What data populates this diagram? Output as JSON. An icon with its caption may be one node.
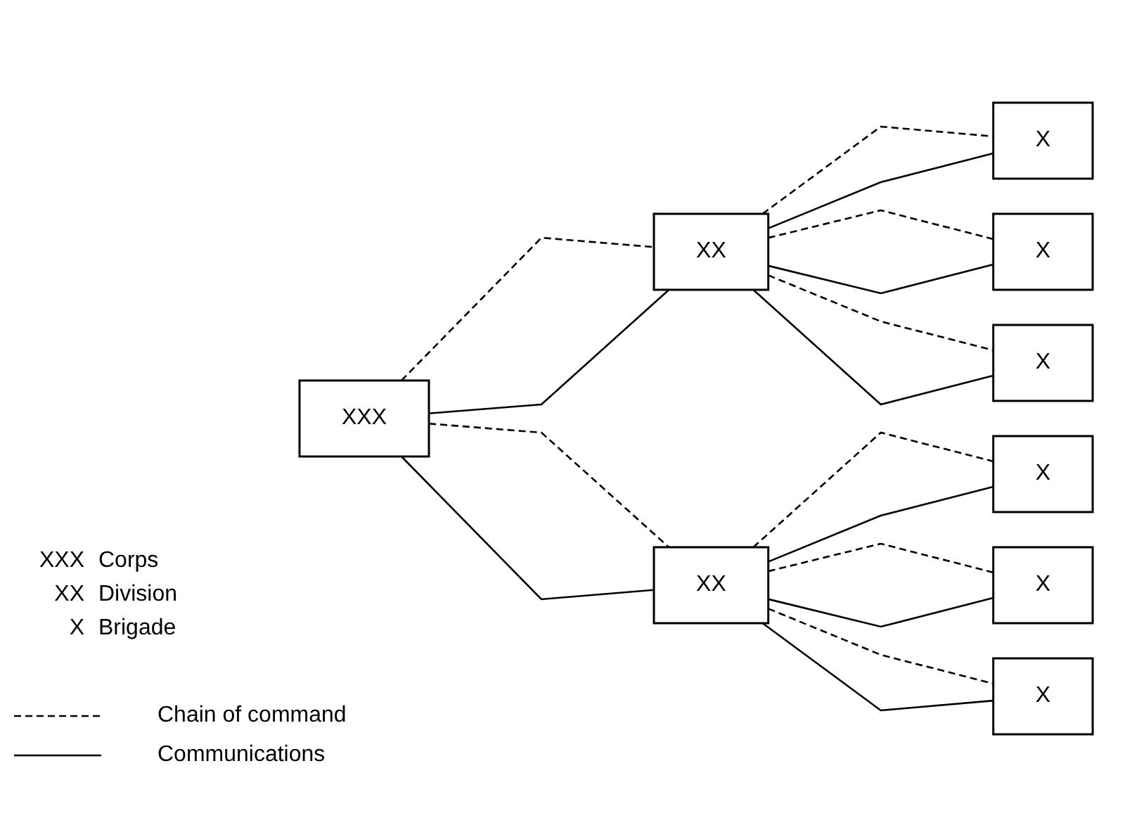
{
  "diagram": {
    "nodes": [
      {
        "text": [
          "XXX"
        ]
      },
      {
        "text": [
          "XX"
        ]
      },
      {
        "text": [
          "XX"
        ]
      },
      {
        "text": [
          "X"
        ]
      },
      {
        "text": [
          "X"
        ]
      },
      {
        "text": [
          "X"
        ]
      },
      {
        "text": [
          "X"
        ]
      },
      {
        "text": [
          "X"
        ]
      },
      {
        "text": [
          "X"
        ]
      }
    ],
    "edges": [
      {
        "from": 0,
        "to": 1,
        "arrow": "none",
        "style": "dashed"
      },
      {
        "from": 0,
        "to": 1,
        "arrow": "none"
      },
      {
        "from": 0,
        "to": 2,
        "arrow": "none",
        "style": "dashed"
      },
      {
        "from": 0,
        "to": 2,
        "arrow": "none"
      },
      {
        "from": 1,
        "to": 3,
        "arrow": "none",
        "style": "dashed"
      },
      {
        "from": 1,
        "to": 3,
        "arrow": "none"
      },
      {
        "from": 1,
        "to": 4,
        "arrow": "none",
        "style": "dashed"
      },
      {
        "from": 1,
        "to": 4,
        "arrow": "none"
      },
      {
        "from": 1,
        "to": 5,
        "arrow": "none",
        "style": "dashed"
      },
      {
        "from": 1,
        "to": 5,
        "arrow": "none"
      },
      {
        "from": 2,
        "to": 6,
        "arrow": "none",
        "style": "dashed"
      },
      {
        "from": 2,
        "to": 6,
        "arrow": "none"
      },
      {
        "from": 2,
        "to": 7,
        "arrow": "none",
        "style": "dashed"
      },
      {
        "from": 2,
        "to": 7,
        "arrow": "none"
      },
      {
        "from": 2,
        "to": 8,
        "arrow": "none",
        "style": "dashed"
      },
      {
        "from": 2,
        "to": 8,
        "arrow": "none"
      }
    ],
    "labels": [
      "XXX",
      "Corps",
      "XX",
      "Division",
      "X",
      "Brigade"
    ],
    "legend": [
      {
        "text": "Chain of command"
      },
      {
        "text": "Communications"
      }
    ]
  }
}
